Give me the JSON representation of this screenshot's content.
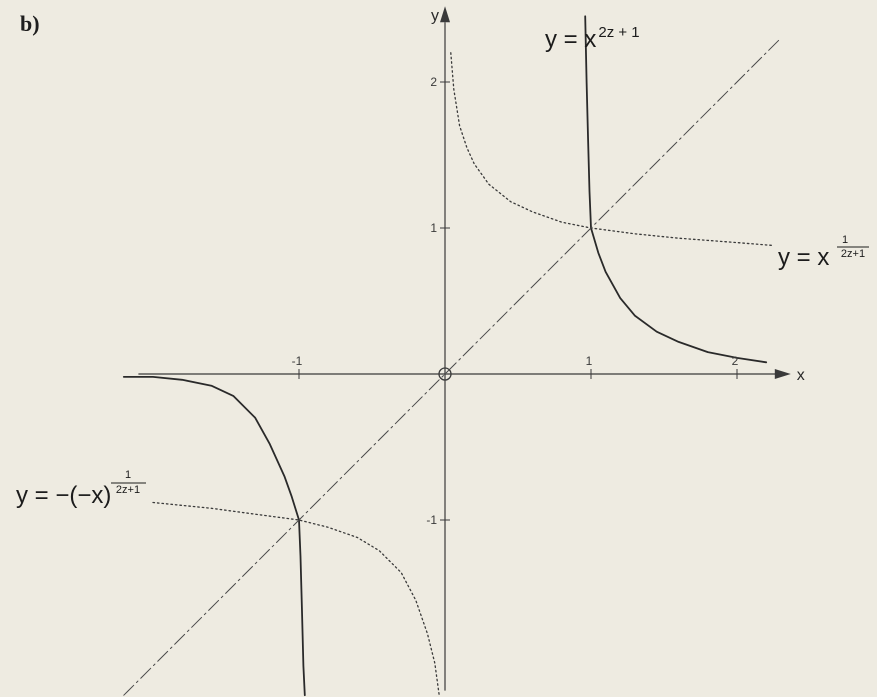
{
  "panel_label": "b)",
  "chart_data": {
    "type": "line",
    "xlabel": "x",
    "ylabel": "y",
    "xlim": [
      -2.1,
      2.3
    ],
    "ylim": [
      -2.1,
      2.45
    ],
    "x_ticks": [
      {
        "value": -1,
        "label": "-1"
      },
      {
        "value": 1,
        "label": "1"
      },
      {
        "value": 2,
        "label": "2"
      }
    ],
    "y_ticks": [
      {
        "value": 2,
        "label": "2"
      },
      {
        "value": 1,
        "label": "1"
      },
      {
        "value": -1,
        "label": "-1"
      }
    ],
    "annotations": {
      "power_curve": {
        "base": "y = x",
        "exponent": "2z + 1"
      },
      "root_curve_pos": {
        "base": "y = x",
        "frac_num": "1",
        "frac_den": "2z+1"
      },
      "root_curve_neg": {
        "base": "y = −(−x)",
        "frac_num": "1",
        "frac_den": "2z+1"
      }
    },
    "series": [
      {
        "style": "solid",
        "x": [
          1.0,
          1.05,
          1.1,
          1.2,
          1.3,
          1.45,
          1.6,
          1.8,
          2.0,
          2.2
        ],
        "y": [
          1.0,
          0.83,
          0.7,
          0.52,
          0.4,
          0.29,
          0.22,
          0.15,
          0.11,
          0.08
        ]
      },
      {
        "style": "solid",
        "x": [
          0.96,
          0.97,
          0.98,
          0.99,
          1.0
        ],
        "y": [
          2.45,
          2.0,
          1.6,
          1.25,
          1.0
        ]
      },
      {
        "style": "solid",
        "x": [
          -2.2,
          -2.0,
          -1.8,
          -1.6,
          -1.45,
          -1.3,
          -1.2,
          -1.1,
          -1.05,
          -1.0
        ],
        "y": [
          -0.02,
          -0.02,
          -0.04,
          -0.08,
          -0.15,
          -0.3,
          -0.48,
          -0.7,
          -0.84,
          -1.0
        ],
        "note": "left-hand solid curve, third quadrant"
      },
      {
        "style": "solid",
        "x": [
          -1.0,
          -0.99,
          -0.98,
          -0.97,
          -0.96
        ],
        "y": [
          -1.0,
          -1.25,
          -1.6,
          -2.0,
          -2.2
        ]
      },
      {
        "style": "dotted",
        "x": [
          0.04,
          0.06,
          0.1,
          0.15,
          0.2,
          0.3,
          0.45,
          0.6,
          0.8,
          1.0,
          1.3,
          1.6,
          2.0,
          2.25
        ],
        "y": [
          2.2,
          1.95,
          1.7,
          1.55,
          1.44,
          1.3,
          1.18,
          1.11,
          1.04,
          1.0,
          0.96,
          0.93,
          0.9,
          0.88
        ]
      },
      {
        "style": "dotted",
        "x": [
          -2.0,
          -1.6,
          -1.3,
          -1.0,
          -0.8,
          -0.6,
          -0.45,
          -0.3,
          -0.2,
          -0.12,
          -0.07,
          -0.04
        ],
        "y": [
          -0.88,
          -0.92,
          -0.96,
          -1.0,
          -1.05,
          -1.12,
          -1.21,
          -1.36,
          -1.55,
          -1.78,
          -1.98,
          -2.2
        ]
      },
      {
        "style": "dashdot",
        "x": [
          -2.2,
          2.3
        ],
        "y": [
          -2.2,
          2.3
        ]
      }
    ]
  }
}
